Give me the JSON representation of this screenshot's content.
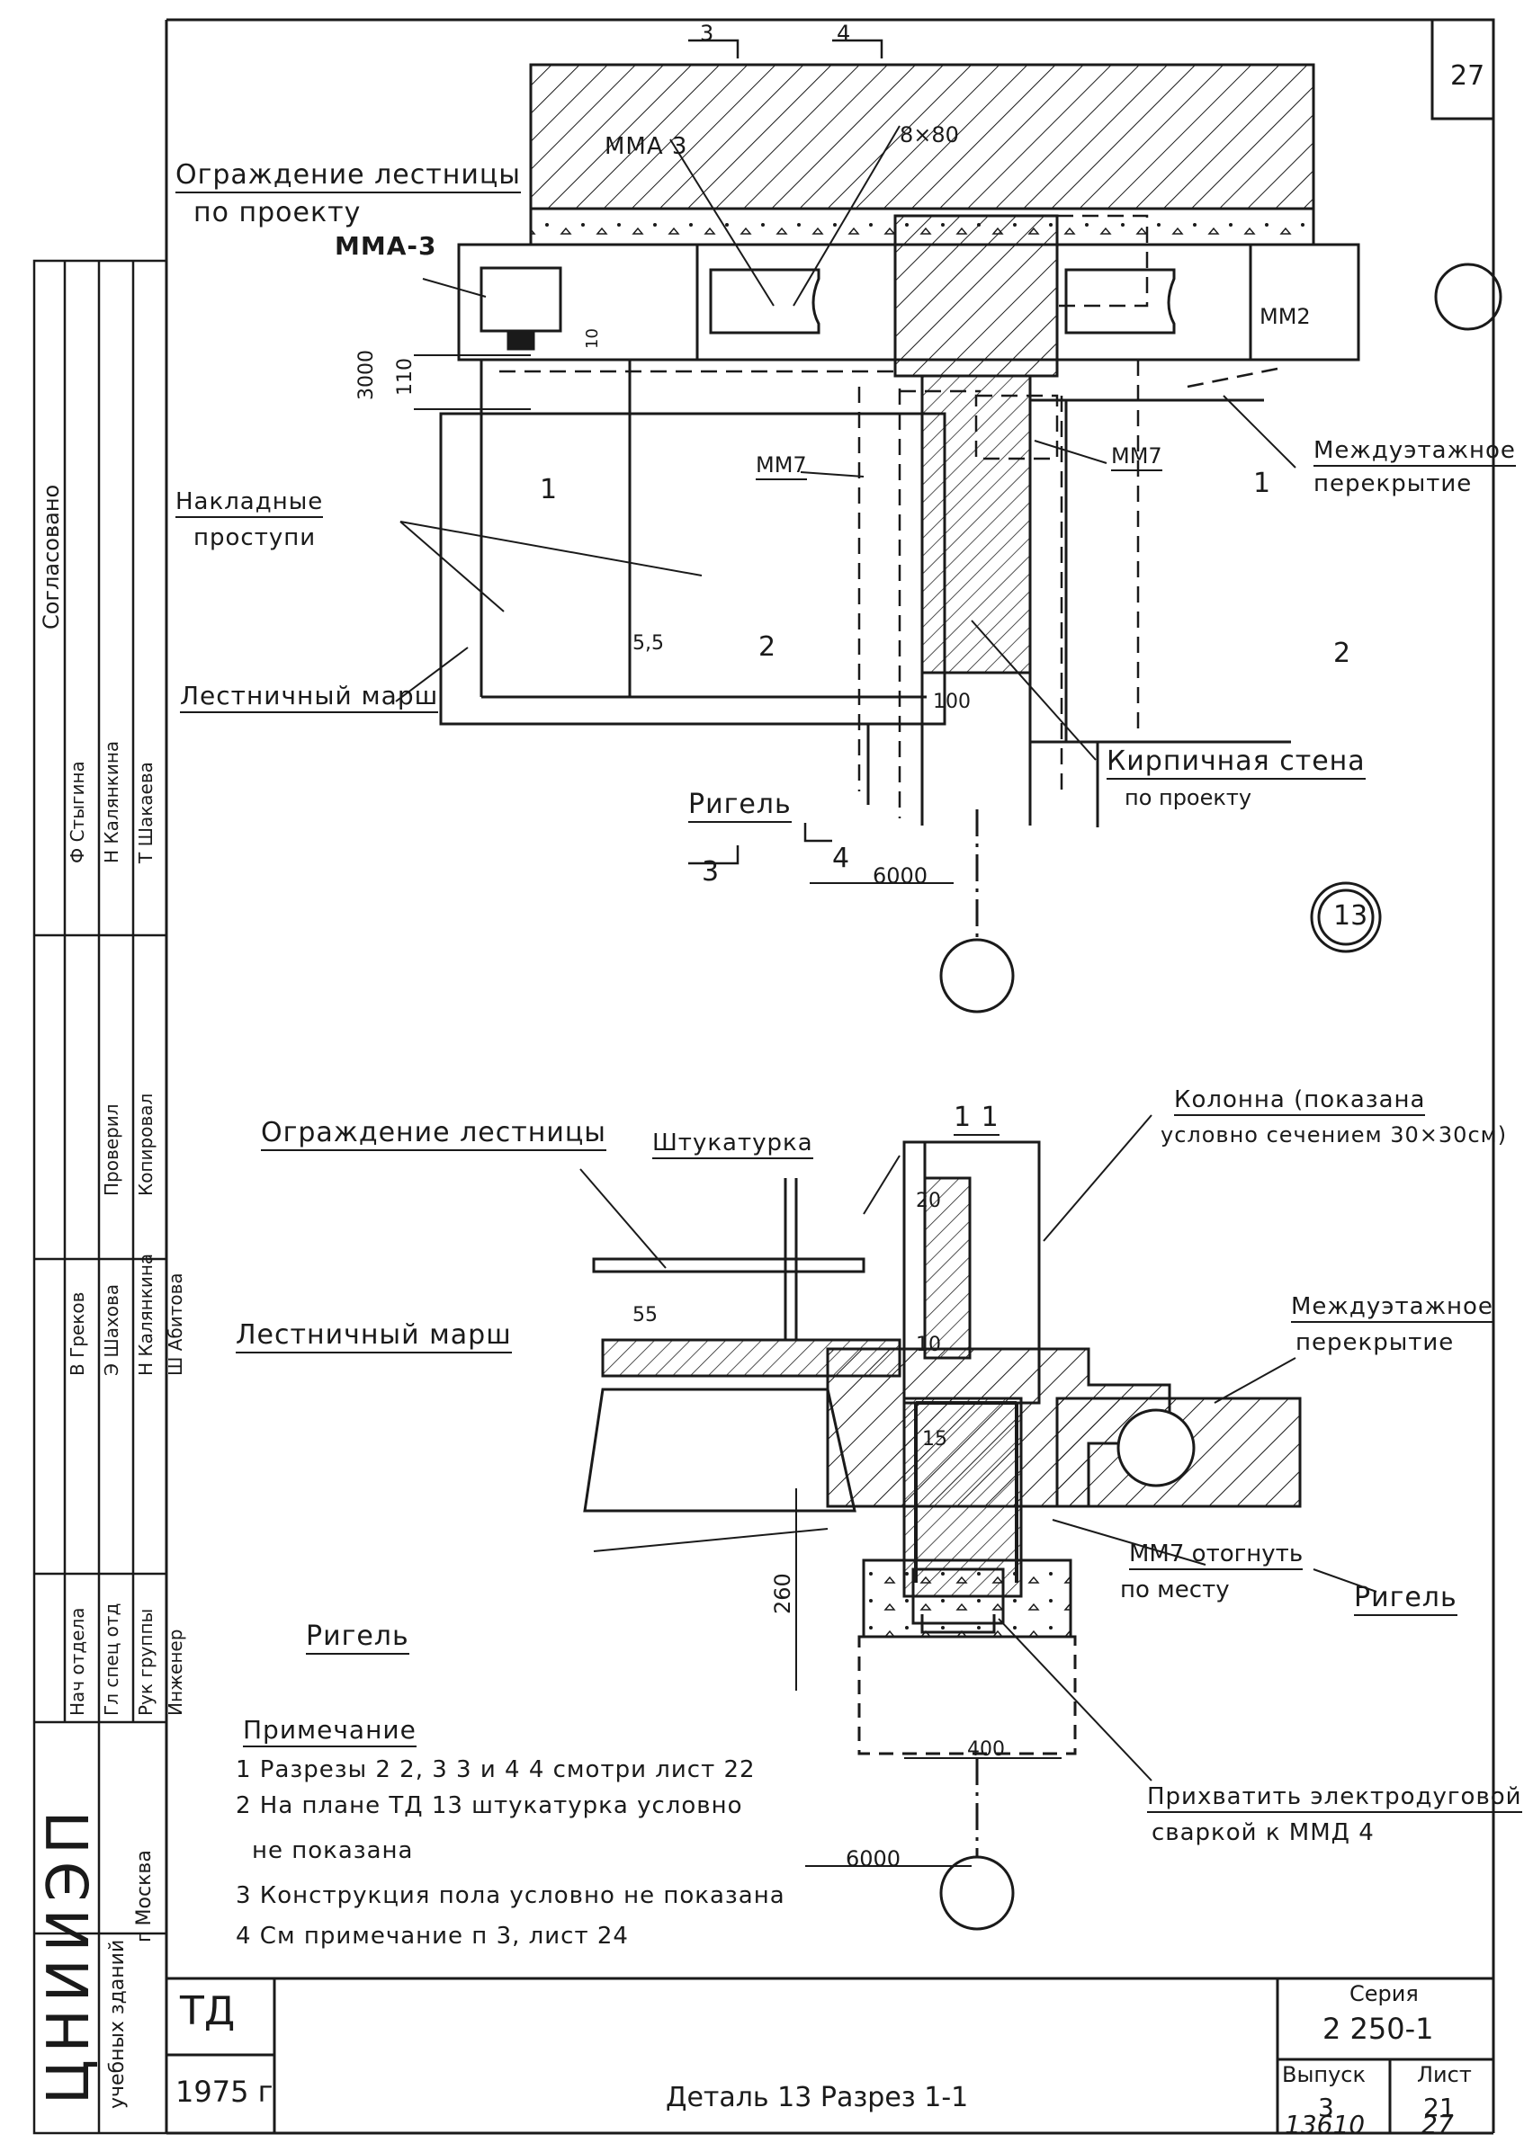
{
  "sheet_number_top": "27",
  "plan": {
    "stair_railing": [
      "Ограждение лестницы",
      "по проекту"
    ],
    "mma3_a": "ММА 3",
    "mma3_b": "ММА-3",
    "size_8x80": "8×80",
    "mm2": "ММ2",
    "mm7_a": "ММ7",
    "mm7_b": "ММ7",
    "floor_slab": [
      "Междуэтажное",
      "перекрытие"
    ],
    "treads": [
      "Накладные",
      "проступи"
    ],
    "stair_flight": "Лестничный марш",
    "brick_wall": [
      "Кирпичная стена",
      "по проекту"
    ],
    "beam": "Ригель",
    "dim_3000": "3000",
    "dim_110": "110",
    "dim_10": "10",
    "dim_55": "5,5",
    "dim_100": "100",
    "dim_6000": "6000",
    "cut_1": "1",
    "cut_2": "2",
    "cut_3": "3",
    "cut_4": "4",
    "detail_no": "13"
  },
  "section": {
    "title": "1  1",
    "stair_railing": "Ограждение лестницы",
    "plaster": "Штукатурка",
    "column": [
      "Колонна (показана",
      "условно сечением 30×30см)"
    ],
    "floor_slab": [
      "Междуэтажное",
      "перекрытие"
    ],
    "stair_flight": "Лестничный марш",
    "mm7_bend": [
      "ММ7 отогнуть",
      "по месту"
    ],
    "beam_right": "Ригель",
    "beam_left": "Ригель",
    "weld": [
      "Прихватить электродуговой",
      "сваркой  к ММД 4"
    ],
    "dim_20": "20",
    "dim_55": "55",
    "dim_10": "10",
    "dim_15": "15",
    "dim_260": "260",
    "dim_400": "400",
    "dim_6000": "6000"
  },
  "notes": {
    "title": "Примечание",
    "items": [
      "1 Разрезы 2 2, 3 3 и 4 4  смотри  лист 22",
      "2 На плане ТД 13 штукатурка условно",
      "не показана",
      "3 Конструкция пола условно не показана",
      "4 См примечание п 3,  лист 24"
    ]
  },
  "side_stamp": {
    "agreed": "Согласовано",
    "org": "ЦНИИЭП",
    "org_sub": [
      "учебных   зданий",
      "г Москва"
    ],
    "roles": [
      "Нач отдела",
      "Гл спец отд",
      "Рук группы",
      "Инженер"
    ],
    "names_a": [
      "В Греков",
      "Э Шахова",
      "Н Калянкина",
      "Ш Абитова"
    ],
    "checked": "Проверил",
    "copied": "Копировал",
    "names_b": [
      "Ф Стыгина",
      "Н Калянкина",
      "Т Шакаева"
    ]
  },
  "title_block": {
    "code": "ТД",
    "year": "1975 г",
    "caption": "Деталь 13    Разрез 1-1",
    "series_label": "Серия",
    "series": "2 250-1",
    "issue_label": "Выпуск",
    "issue": "3",
    "sheet_label": "Лист",
    "sheet": "21",
    "archive_no": "13610",
    "archive_sheet": "27"
  },
  "colors": {
    "ink": "#1a1a1a",
    "paper": "#ffffff"
  }
}
